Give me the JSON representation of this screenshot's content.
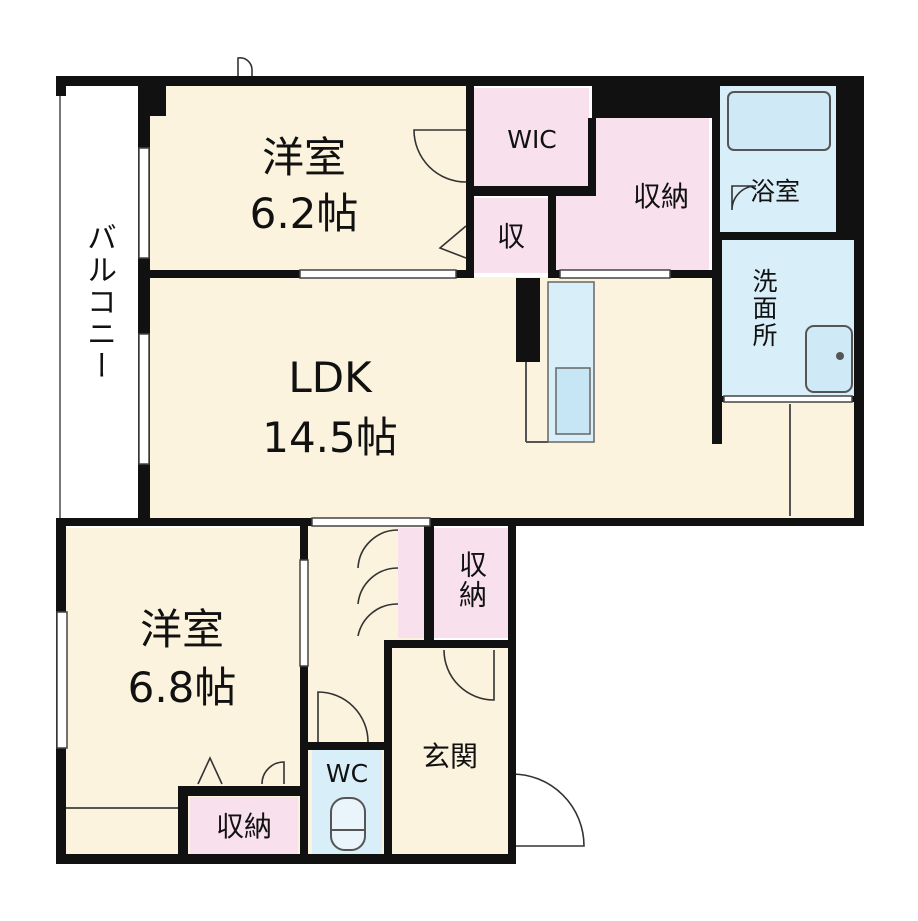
{
  "rooms": {
    "western_room_1": {
      "name": "洋室",
      "size": "6.2帖"
    },
    "ldk": {
      "name": "LDK",
      "size": "14.5帖"
    },
    "western_room_2": {
      "name": "洋室",
      "size": "6.8帖"
    },
    "wic": "WIC",
    "storage_large_top": "収納",
    "storage_small_top": "収",
    "bathroom": "浴室",
    "washroom": "洗面所",
    "storage_hall": "収納",
    "storage_room2": "収納",
    "toilet": "WC",
    "entrance": "玄関",
    "balcony": "バルコニー"
  },
  "colors": {
    "room_floor": "#fbf3dd",
    "storage_pink": "#f8e0ec",
    "wet_area_blue": "#d8eef8",
    "wall": "#111111"
  }
}
